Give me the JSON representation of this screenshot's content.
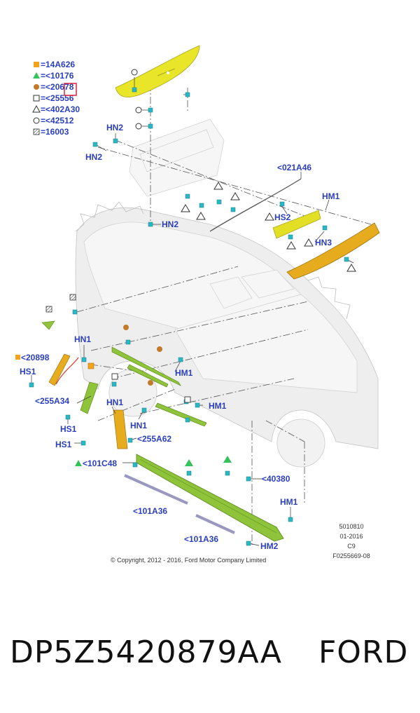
{
  "legend": [
    {
      "symbol": "filled-square",
      "color": "#f3a21b",
      "text": "=14A626"
    },
    {
      "symbol": "filled-triangle",
      "color": "#36c25a",
      "text": "=<10176"
    },
    {
      "symbol": "filled-circle",
      "color": "#c47a2b",
      "text": "=<20678"
    },
    {
      "symbol": "open-square",
      "color": "#333333",
      "text": "=<25556"
    },
    {
      "symbol": "open-triangle",
      "color": "#333333",
      "text": "=<402A30"
    },
    {
      "symbol": "open-circle",
      "color": "#333333",
      "text": "=<42512"
    },
    {
      "symbol": "hatched-square",
      "color": "#333333",
      "text": "=16003"
    }
  ],
  "labels": {
    "hn2_a": "HN2",
    "hn2_b": "HN2",
    "hn2_c": "HN2",
    "a021a46": "<021A46",
    "hm1_top": "HM1",
    "hs2": "HS2",
    "hn3": "HN3",
    "a20898": "<20898",
    "hn1_a": "HN1",
    "hs1_a": "HS1",
    "hm1_mid": "HM1",
    "a255a34": "<255A34",
    "hn1_b": "HN1",
    "hm1_b": "HM1",
    "hs1_b": "HS1",
    "hn1_c": "HN1",
    "hs1_c": "HS1",
    "a255a62": "<255A62",
    "a101c48": "<101C48",
    "a40380": "<40380",
    "hm1_low": "HM1",
    "a101a36_a": "<101A36",
    "a101a36_b": "<101A36",
    "hm2": "HM2"
  },
  "code_block": [
    "5010810",
    "01-2016",
    "C9",
    "F0255669-08"
  ],
  "copyright": "© Copyright, 2012 - 2016, Ford Motor Company Limited",
  "footer": {
    "part_number": "DP5Z5420879AA",
    "brand": "FORD"
  },
  "colors": {
    "label_blue": "#2a3fc0",
    "part_yellow": "#e9e62a",
    "part_orange": "#e7ac1e",
    "part_green": "#8fc43a",
    "clip_cyan": "#2bb8c4"
  }
}
